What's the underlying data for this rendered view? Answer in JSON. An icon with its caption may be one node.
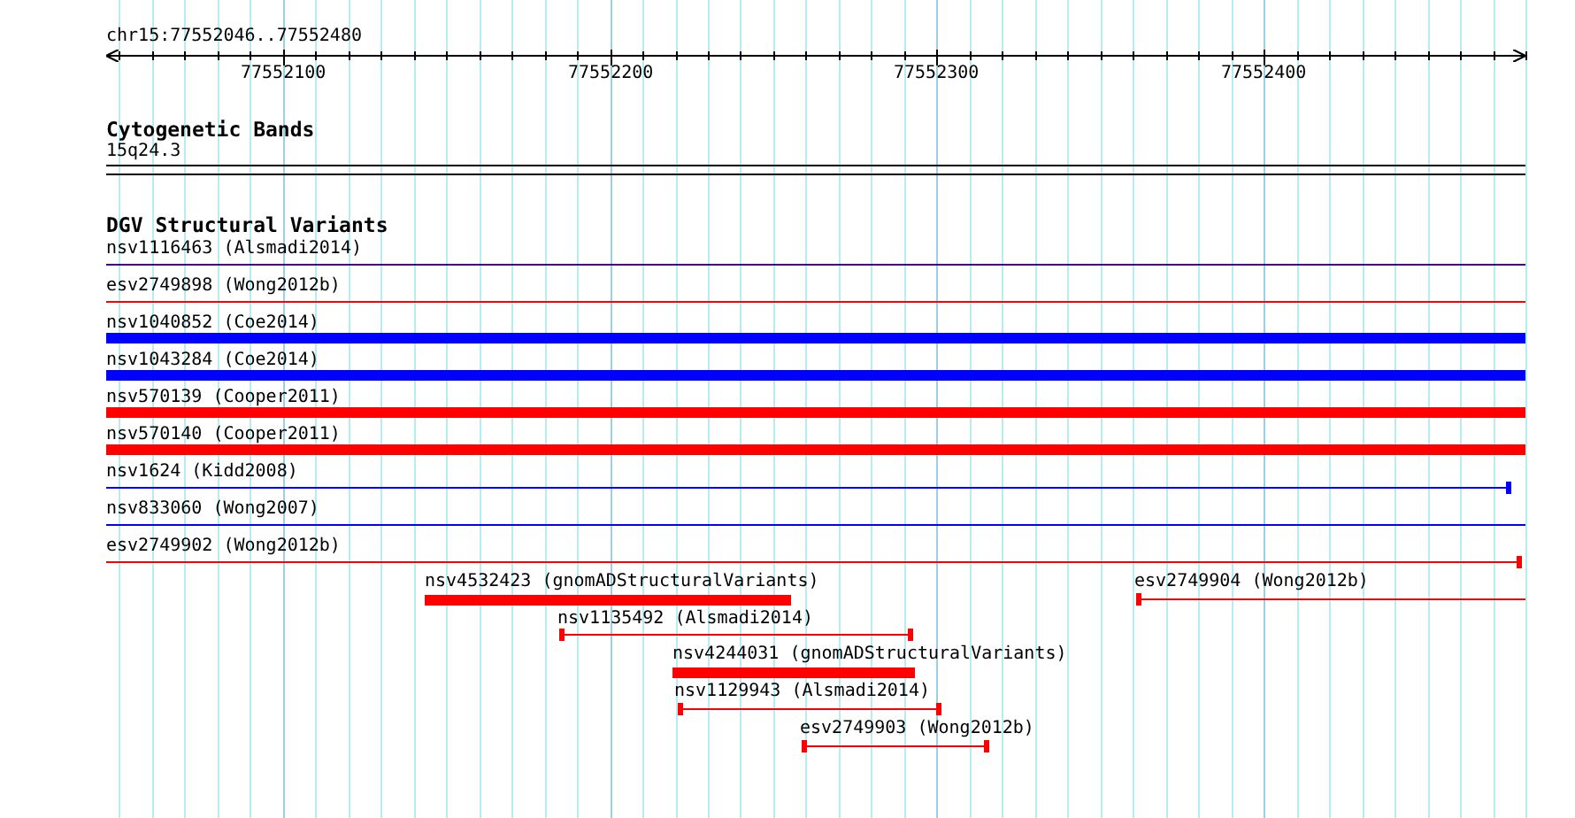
{
  "diagram": {
    "labels": [
      "chr15:77552046..77552480",
      "77552100",
      "77552200",
      "77552300",
      "77552400",
      "Cytogenetic Bands",
      "15q24.3",
      "DGV Structural Variants",
      "nsv1116463 (Alsmadi2014)",
      "esv2749898 (Wong2012b)",
      "nsv1040852 (Coe2014)",
      "nsv1043284 (Coe2014)",
      "nsv570139 (Cooper2011)",
      "nsv570140 (Cooper2011)",
      "nsv1624 (Kidd2008)",
      "nsv833060 (Wong2007)",
      "esv2749902 (Wong2012b)",
      "nsv4532423 (gnomADStructuralVariants)",
      "esv2749904 (Wong2012b)",
      "nsv1135492 (Alsmadi2014)",
      "nsv4244031 (gnomADStructuralVariants)",
      "nsv1129943 (Alsmadi2014)",
      "esv2749903 (Wong2012b)"
    ]
  }
}
